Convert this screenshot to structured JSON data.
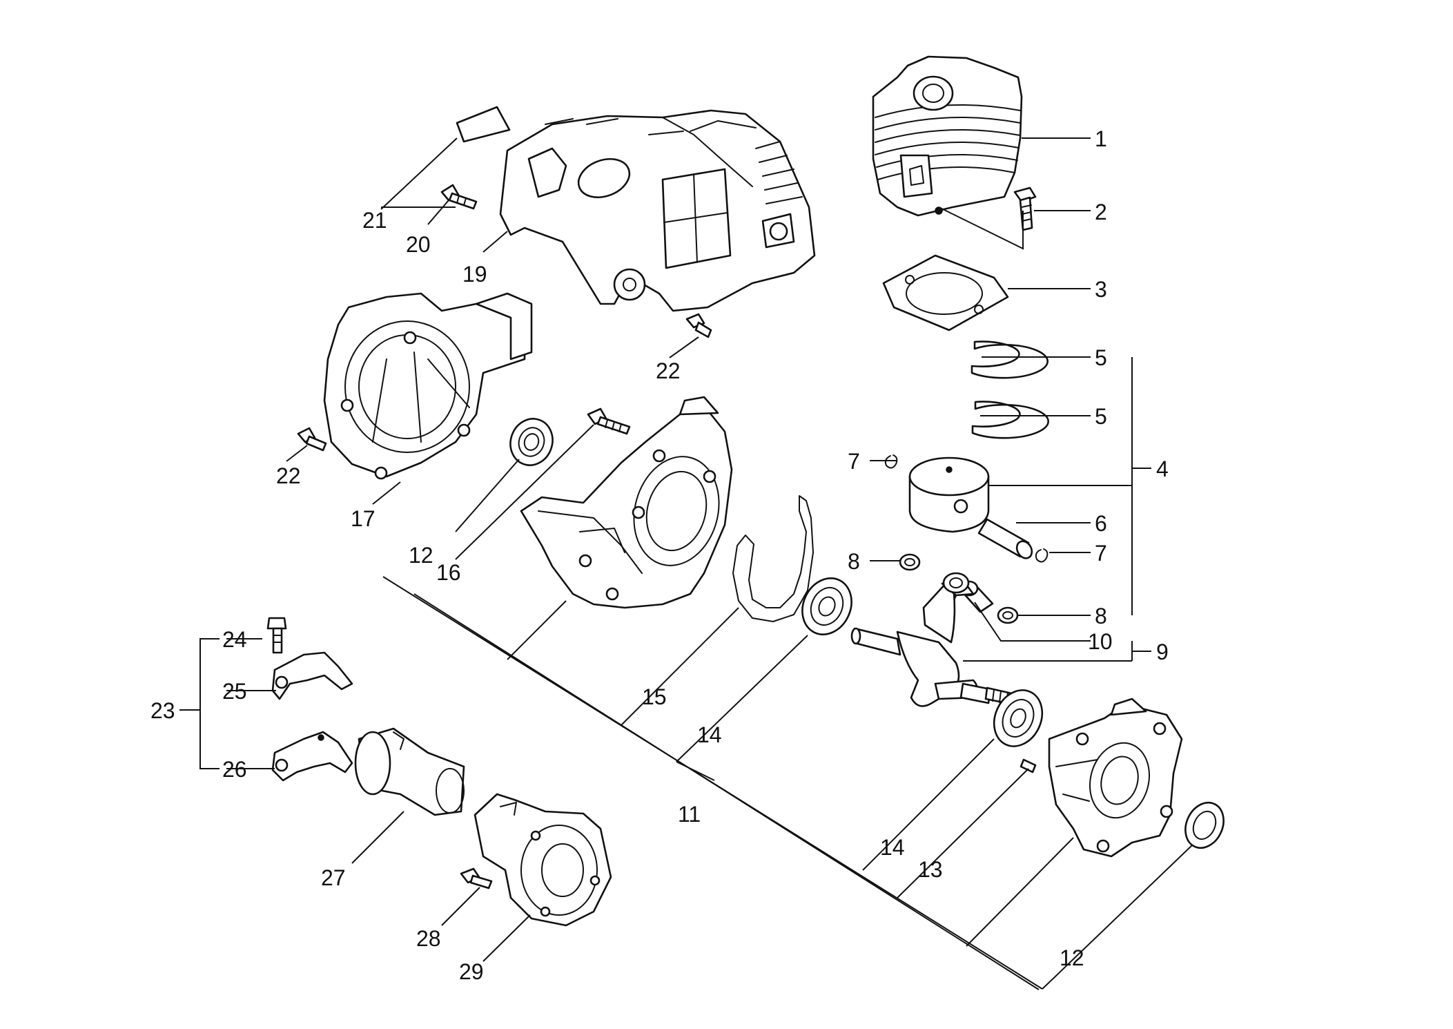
{
  "callouts": {
    "c1": "1",
    "c2": "2",
    "c3": "3",
    "c4": "4",
    "c5a": "5",
    "c5b": "5",
    "c6": "6",
    "c7a": "7",
    "c7b": "7",
    "c8a": "8",
    "c8b": "8",
    "c9": "9",
    "c10": "10",
    "c11": "11",
    "c12a": "12",
    "c12b": "12",
    "c13": "13",
    "c14a": "14",
    "c14b": "14",
    "c15": "15",
    "c16": "16",
    "c17": "17",
    "c19": "19",
    "c20": "20",
    "c21": "21",
    "c22a": "22",
    "c22b": "22",
    "c23": "23",
    "c24": "24",
    "c25": "25",
    "c26": "26",
    "c27": "27",
    "c28": "28",
    "c29": "29"
  }
}
